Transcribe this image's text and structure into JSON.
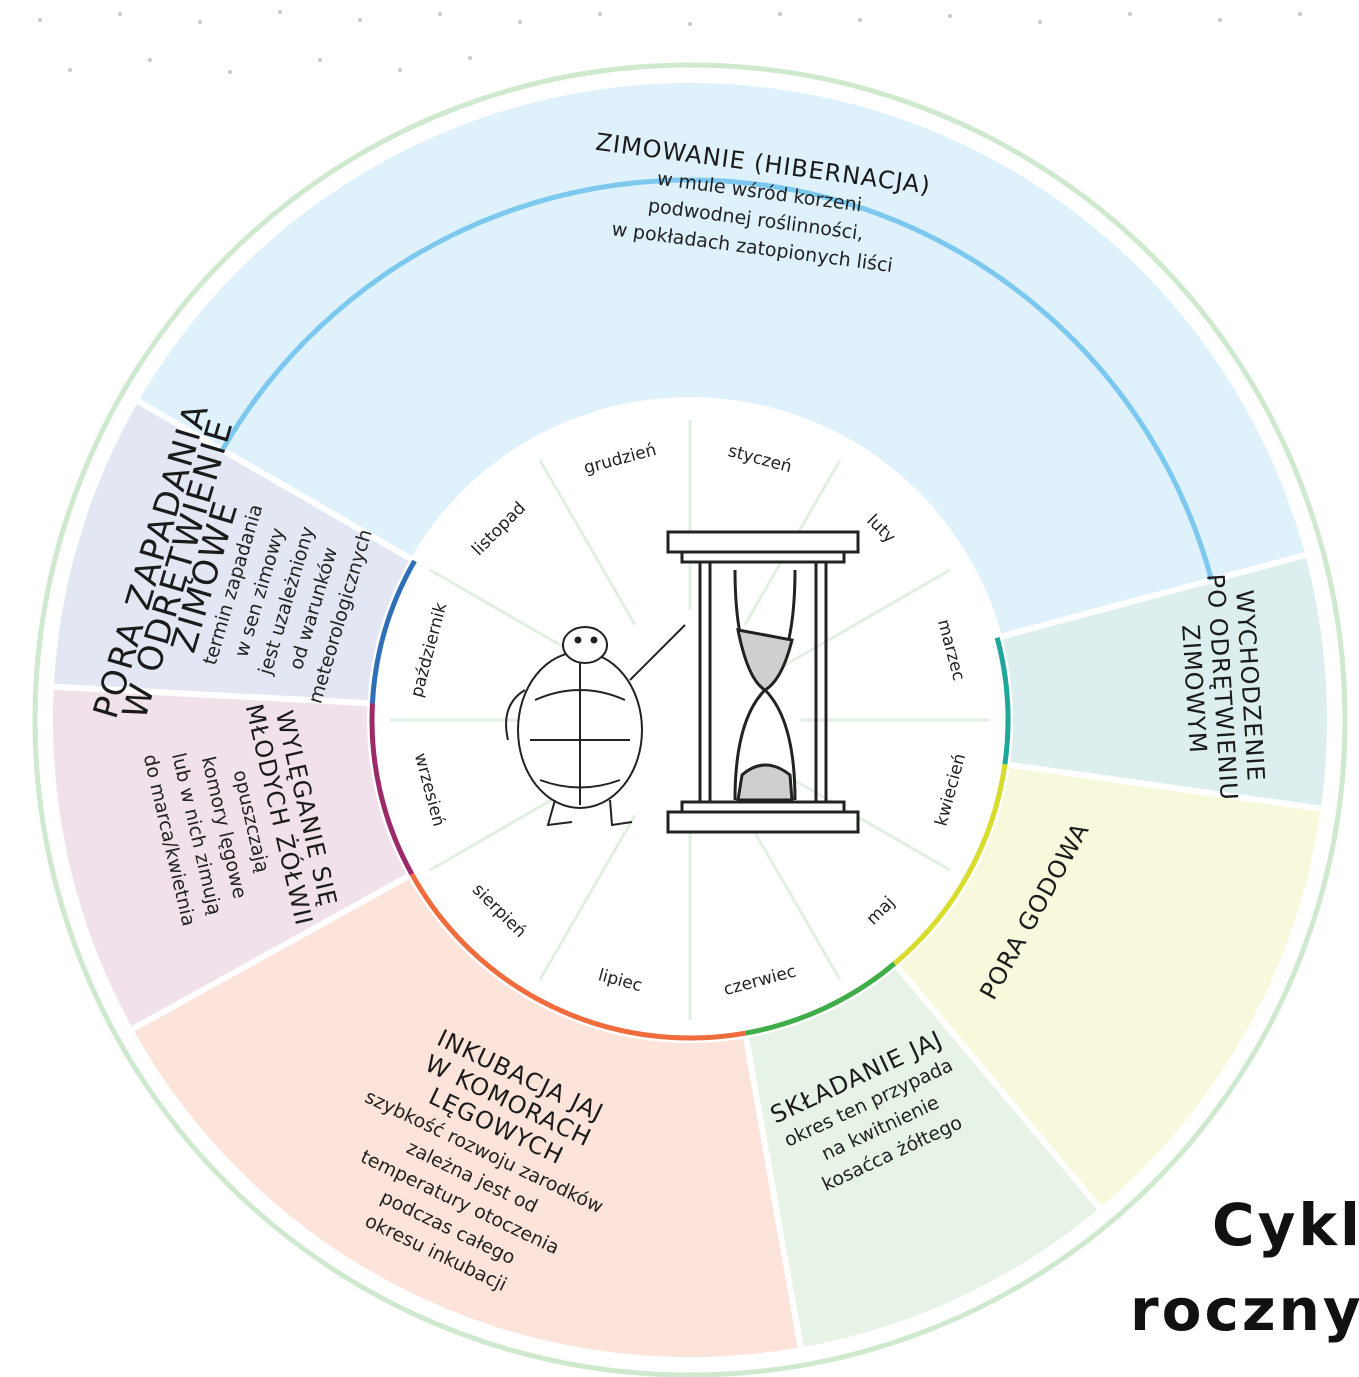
{
  "title": {
    "line1": "Cykl",
    "line2": "roczny"
  },
  "months": [
    {
      "name": "styczeń",
      "angle": 15
    },
    {
      "name": "luty",
      "angle": 45
    },
    {
      "name": "marzec",
      "angle": 75
    },
    {
      "name": "kwiecień",
      "angle": 105
    },
    {
      "name": "maj",
      "angle": 135
    },
    {
      "name": "czerwiec",
      "angle": 165
    },
    {
      "name": "lipiec",
      "angle": 195
    },
    {
      "name": "sierpień",
      "angle": 225
    },
    {
      "name": "wrzesień",
      "angle": 255
    },
    {
      "name": "październik",
      "angle": 285
    },
    {
      "name": "listopad",
      "angle": 315
    },
    {
      "name": "grudzień",
      "angle": 345
    }
  ],
  "phases": [
    {
      "id": "zimowanie",
      "color": "#7cc8ef",
      "fill": "#dff1fb",
      "start": -60,
      "end": 75,
      "lines": [
        "ZIMOWANIE (HIBERNACJA)",
        "w mule wśród korzeni",
        "podwodnej roślinności,",
        "w pokładach zatopionych liści"
      ]
    },
    {
      "id": "wychodzenie",
      "color": "#1ea79a",
      "fill": "#dcefee",
      "start": 75,
      "end": 98,
      "lines": [
        "WYCHODZENIE",
        "PO ODRĘTWIENIU",
        "ZIMOWYM"
      ]
    },
    {
      "id": "pora-godowa",
      "color": "#d8dc2a",
      "fill": "#f7f8dc",
      "start": 98,
      "end": 140,
      "lines": [
        "PORA GODOWA"
      ]
    },
    {
      "id": "skladanie",
      "color": "#3fae49",
      "fill": "#e6f3e6",
      "start": 140,
      "end": 170,
      "lines": [
        "SKŁADANIE JAJ",
        "okres ten przypada",
        "na kwitnienie",
        "kosaćca żółtego"
      ]
    },
    {
      "id": "inkubacja",
      "color": "#f06c3c",
      "fill": "#fde4db",
      "start": 170,
      "end": 241,
      "lines": [
        "INKUBACJA JAJ",
        "W KOMORACH",
        "LĘGOWYCH",
        "szybkość rozwoju zarodków",
        "zależna jest od",
        "temperatury otoczenia",
        "podczas całego",
        "okresu inkubacji"
      ]
    },
    {
      "id": "wylęganie",
      "color": "#9b2a6b",
      "fill": "#f1e1ea",
      "start": 241,
      "end": 273,
      "lines": [
        "WYLĘGANIE SIĘ",
        "MŁODYCH ŻÓŁWII",
        "opuszczają",
        "komory lęgowe",
        "lub w nich zimują",
        "do marca/kwietnia"
      ]
    },
    {
      "id": "zapadanie",
      "color": "#2f6fb5",
      "fill": "#e3e7f3",
      "start": 273,
      "end": 300,
      "lines": [
        "PORA ZAPADANIA",
        "W ODRĘTWIENIE",
        "ZIMOWE",
        "termin zapadania",
        "w sen zimowy",
        "jest uzależniony",
        "od warunków",
        "meteorologicznych"
      ]
    }
  ]
}
